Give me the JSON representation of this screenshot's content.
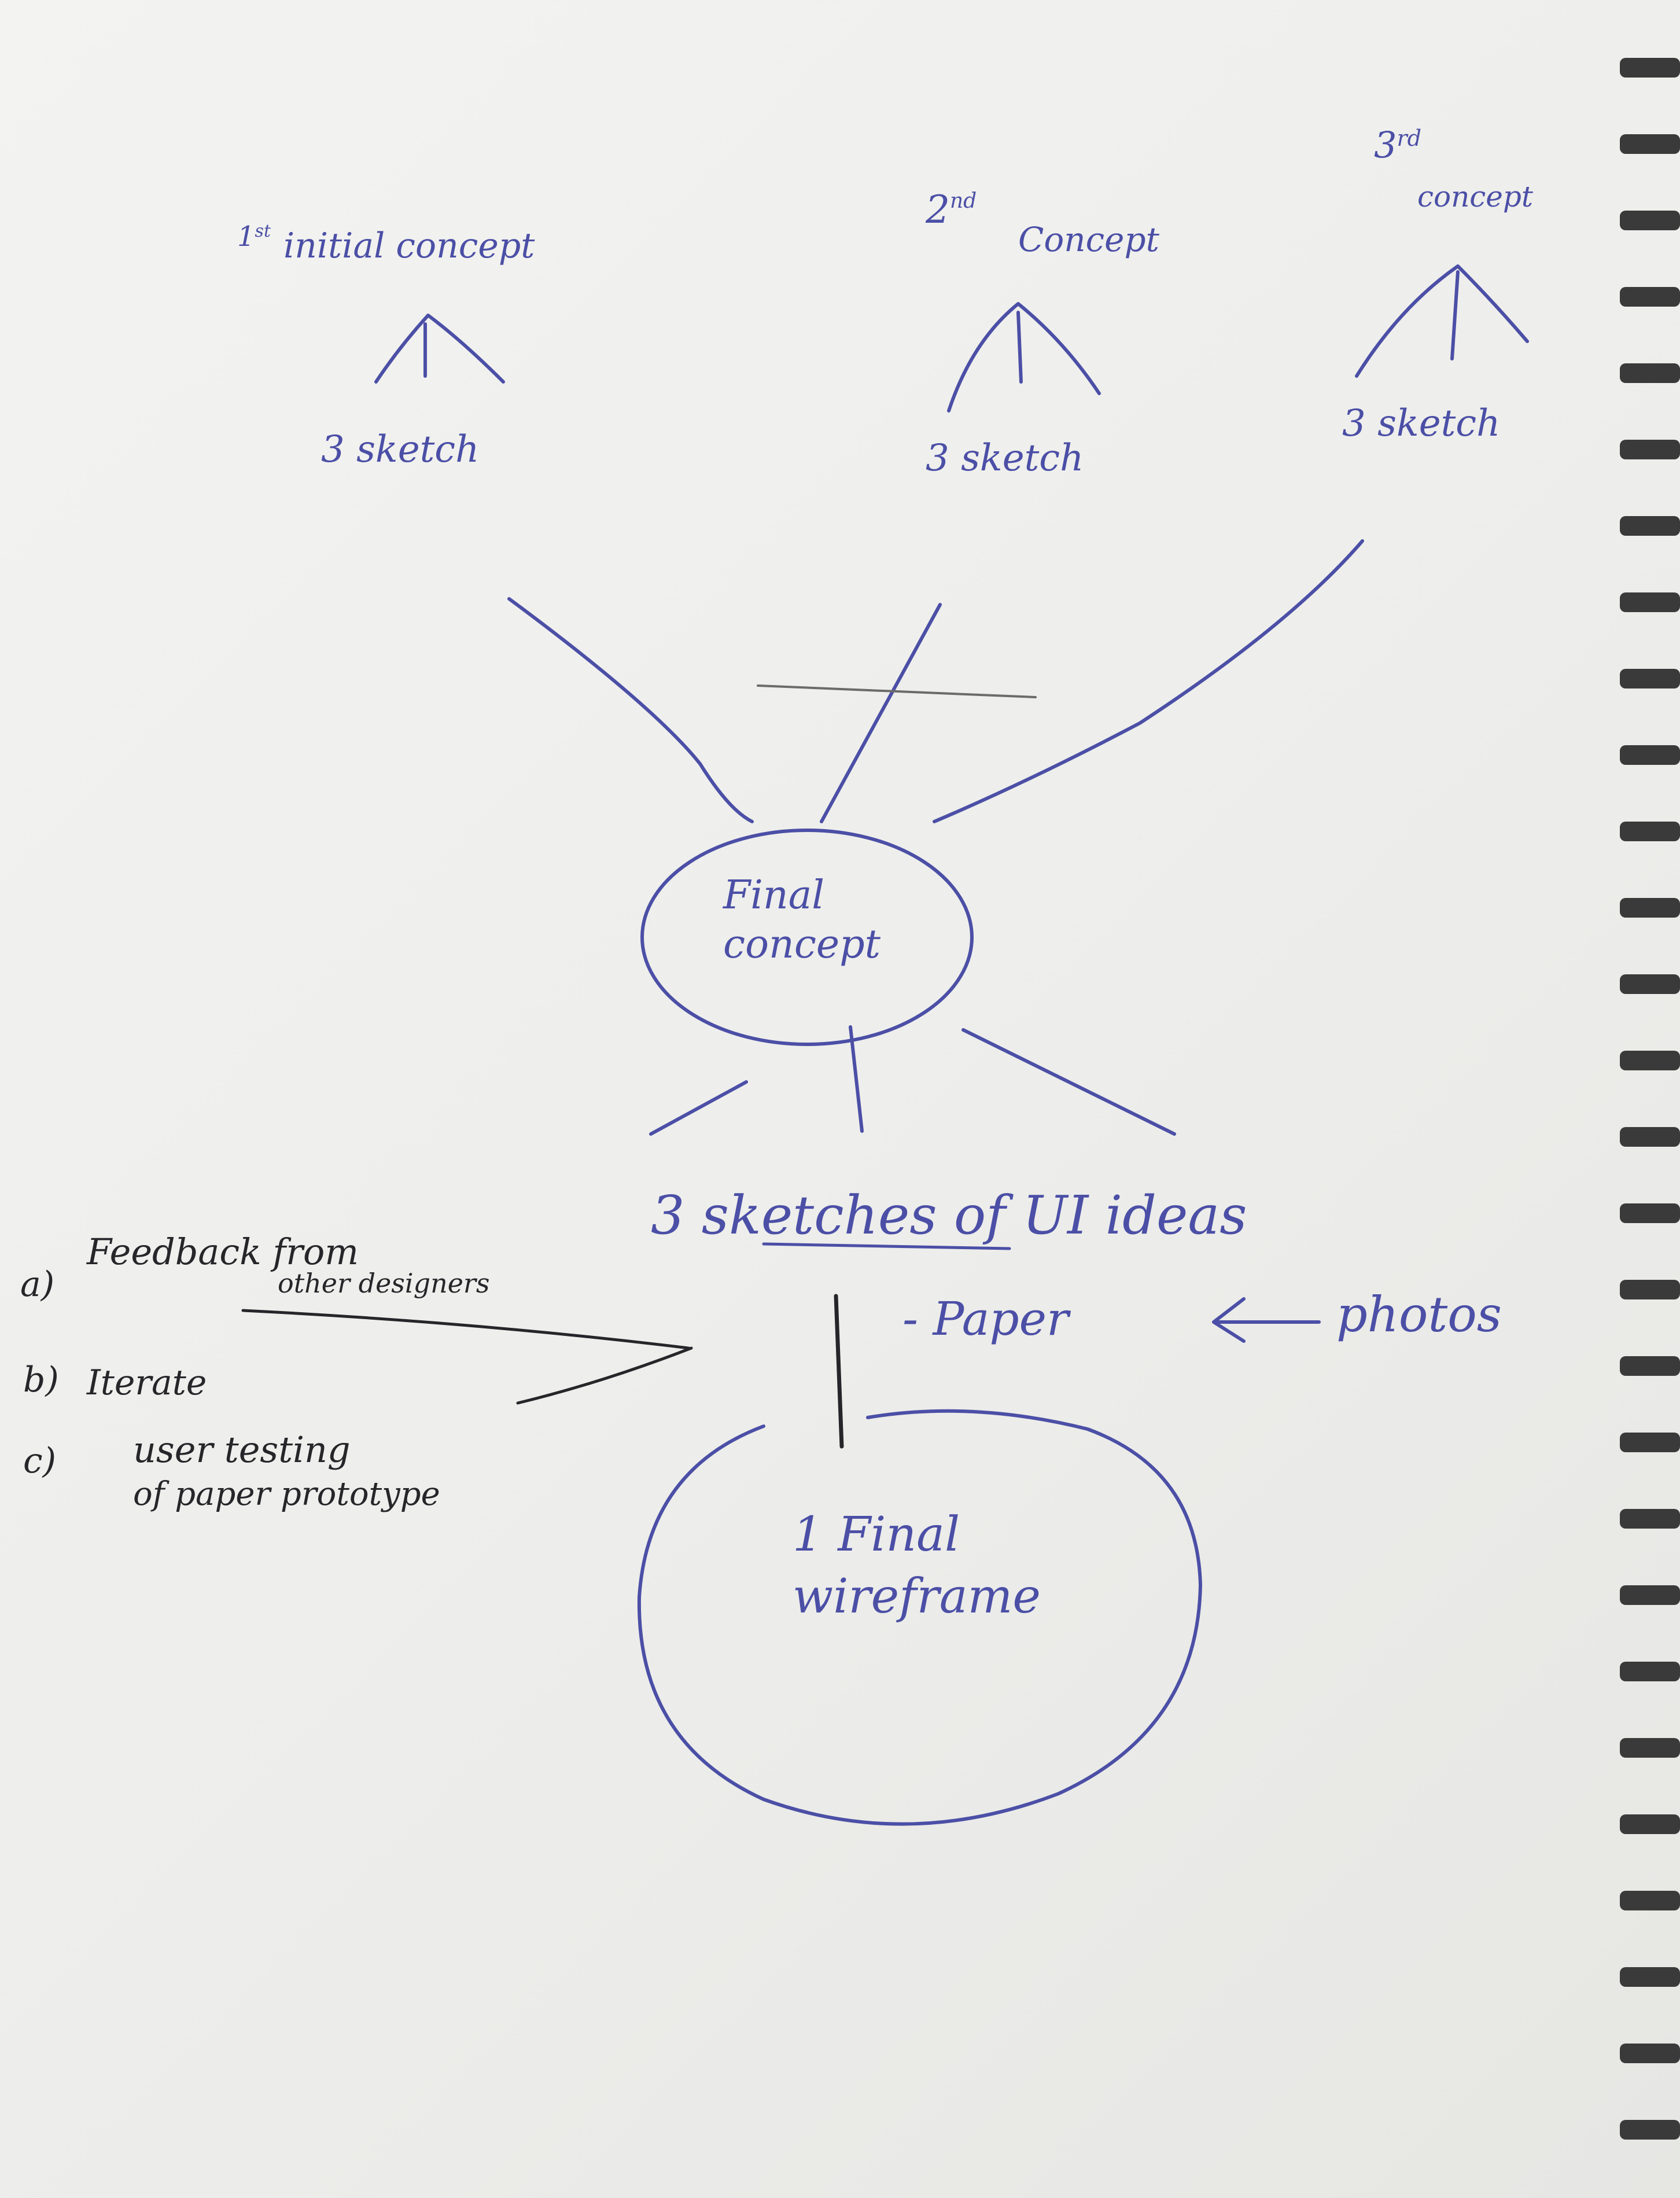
{
  "concepts": [
    {
      "ordinal": "1",
      "suffix": "st",
      "label": "initial concept",
      "sketch": "3 sketch"
    },
    {
      "ordinal": "2",
      "suffix": "nd",
      "label": "Concept",
      "sketch": "3 sketch"
    },
    {
      "ordinal": "3",
      "suffix": "rd",
      "label": "concept",
      "sketch": "3 sketch"
    }
  ],
  "final_concept": "Final concept",
  "ui_sketches": "3 sketches of UI ideas",
  "paper_note": "- Paper",
  "photos_note": "photos",
  "steps": {
    "a_marker": "a)",
    "a_text_1": "Feedback from",
    "a_text_2": "other designers",
    "b_marker": "b)",
    "b_text": "Iterate",
    "c_marker": "c)",
    "c_text_1": "user testing",
    "c_text_2": "of paper prototype"
  },
  "final_wireframe": "1 Final wireframe",
  "colors": {
    "paper": "#efefed",
    "blue_ink": "#4b4fa6",
    "black_ink": "#26262a",
    "binding": "#3a3a3a"
  }
}
